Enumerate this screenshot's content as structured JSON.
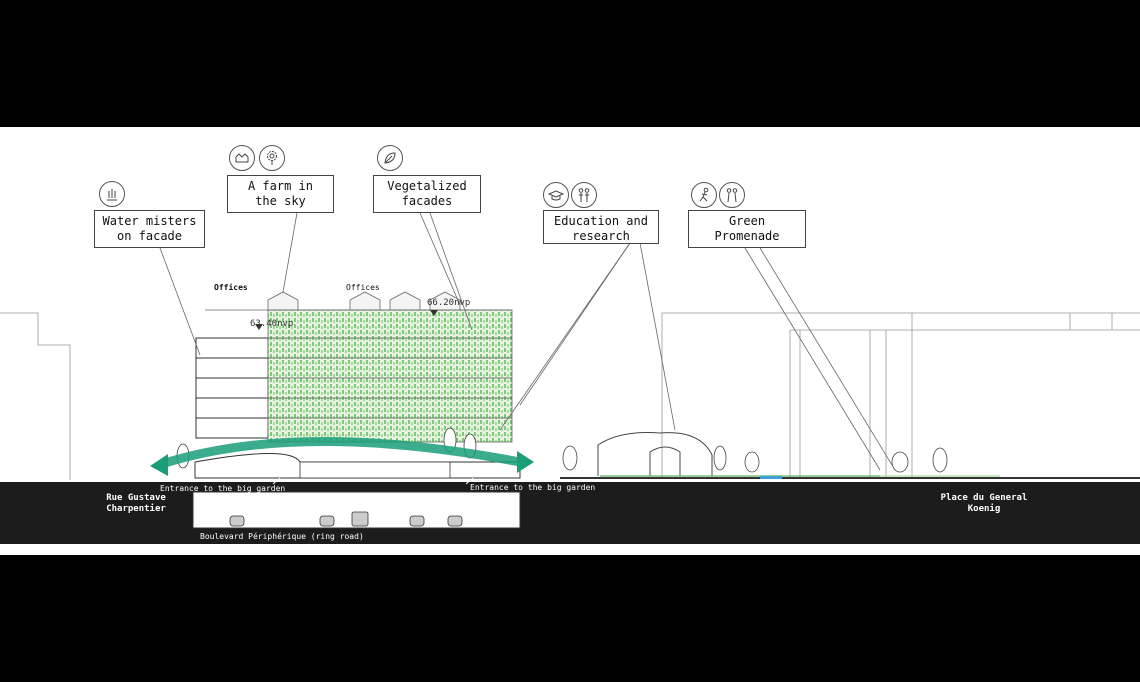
{
  "callouts": {
    "water_misters": "Water misters\non facade",
    "farm_sky": "A farm in\nthe sky",
    "vegetalized": "Vegetalized\nfacades",
    "education": "Education and\nresearch",
    "promenade": "Green\nPromenade"
  },
  "icons": {
    "water_misters": [
      "water-mister-icon"
    ],
    "farm_sky": [
      "greenhouse-icon",
      "flower-icon"
    ],
    "vegetalized": [
      "leaf-icon"
    ],
    "education": [
      "graduation-cap-icon",
      "people-icon"
    ],
    "promenade": [
      "runner-icon",
      "walkers-icon"
    ]
  },
  "building": {
    "offices_left": "Offices",
    "offices_right": "Offices",
    "level_high": "66.20nvp",
    "level_low": "63.40nvp"
  },
  "ground": {
    "entrance_left": "Entrance to the big garden",
    "entrance_right": "Entrance to the big garden",
    "ring_road": "Boulevard Périphérique (ring road)",
    "street_left": "Rue Gustave\nCharpentier",
    "street_right": "Place du General\nKoenig"
  },
  "colors": {
    "promenade_arrow": "#1a9e7a",
    "facade_green": "#7fc97f",
    "ground": "#1c1c1c"
  }
}
